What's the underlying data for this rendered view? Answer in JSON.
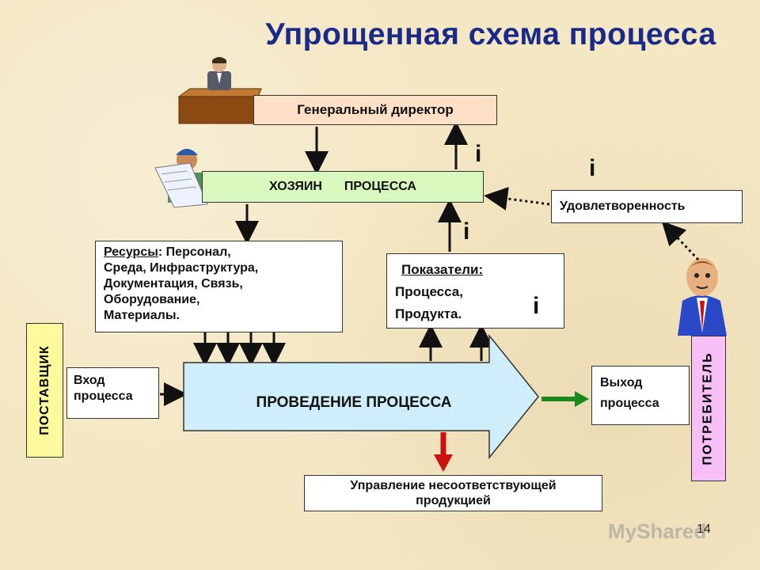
{
  "title": "Упрощенная схема процесса",
  "director": "Генеральный директор",
  "owner": {
    "word1": "ХОЗЯИН",
    "word2": "ПРОЦЕССА"
  },
  "satisfaction": "Удовлетворенность",
  "resources": {
    "label": "Ресурсы",
    "line1_rest": ": Персонал,",
    "line2": "Среда, Инфраструктура,",
    "line3": "Документация, Связь,",
    "line4": "Оборудование,",
    "line5": "Материалы."
  },
  "indicators": {
    "label": "Показатели:",
    "line2": "Процесса,",
    "line3": "Продукта."
  },
  "supplier": "ПОСТАВЩИК",
  "consumer": "ПОТРЕБИТЕЛЬ",
  "input": {
    "line1": "Вход",
    "line2": "процесса"
  },
  "output": {
    "line1": "Выход",
    "line2": "процесса"
  },
  "process": "ПРОВЕДЕНИЕ ПРОЦЕССА",
  "nonconforming": {
    "line1": "Управление несоответствующей",
    "line2": "продукцией"
  },
  "info_symbol": "i",
  "page_number": "14",
  "watermark": "MyShared",
  "colors": {
    "title": "#1a2a8a",
    "director_box": "#fde0c6",
    "owner_box": "#d9f8be",
    "supplier_box": "#fcfa9c",
    "consumer_box": "#f6c0f6",
    "process_arrow": "#cfeefb",
    "green_arrow": "#1a8a1a",
    "red_arrow": "#cc1111"
  }
}
